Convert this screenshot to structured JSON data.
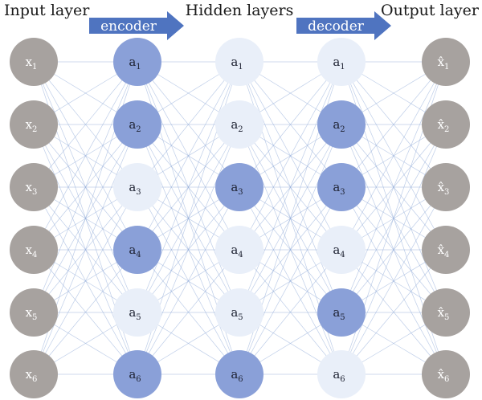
{
  "titles": {
    "input": "Input layer",
    "hidden": "Hidden layers",
    "output": "Output layer"
  },
  "arrows": {
    "encoder": "encoder",
    "decoder": "decoder"
  },
  "colors": {
    "gray_node": "#a7a29f",
    "dark_blue_node": "#8aa0d8",
    "light_blue_node": "#e9eff9",
    "edge": "#8aa6d6",
    "arrow": "#4f74c0",
    "gray_text": "#ffffff",
    "blue_text": "#1f2333"
  },
  "layers": [
    {
      "id": "input",
      "nodes": [
        {
          "base": "x",
          "sub": "1",
          "style": "gray"
        },
        {
          "base": "x",
          "sub": "2",
          "style": "gray"
        },
        {
          "base": "x",
          "sub": "3",
          "style": "gray"
        },
        {
          "base": "x",
          "sub": "4",
          "style": "gray"
        },
        {
          "base": "x",
          "sub": "5",
          "style": "gray"
        },
        {
          "base": "x",
          "sub": "6",
          "style": "gray"
        }
      ]
    },
    {
      "id": "hidden-1",
      "nodes": [
        {
          "base": "a",
          "sub": "1",
          "style": "dark"
        },
        {
          "base": "a",
          "sub": "2",
          "style": "dark"
        },
        {
          "base": "a",
          "sub": "3",
          "style": "light"
        },
        {
          "base": "a",
          "sub": "4",
          "style": "dark"
        },
        {
          "base": "a",
          "sub": "5",
          "style": "light"
        },
        {
          "base": "a",
          "sub": "6",
          "style": "dark"
        }
      ]
    },
    {
      "id": "hidden-2",
      "nodes": [
        {
          "base": "a",
          "sub": "1",
          "style": "light"
        },
        {
          "base": "a",
          "sub": "2",
          "style": "light"
        },
        {
          "base": "a",
          "sub": "3",
          "style": "dark"
        },
        {
          "base": "a",
          "sub": "4",
          "style": "light"
        },
        {
          "base": "a",
          "sub": "5",
          "style": "light"
        },
        {
          "base": "a",
          "sub": "6",
          "style": "dark"
        }
      ]
    },
    {
      "id": "hidden-3",
      "nodes": [
        {
          "base": "a",
          "sub": "1",
          "style": "light"
        },
        {
          "base": "a",
          "sub": "2",
          "style": "dark"
        },
        {
          "base": "a",
          "sub": "3",
          "style": "dark"
        },
        {
          "base": "a",
          "sub": "4",
          "style": "light"
        },
        {
          "base": "a",
          "sub": "5",
          "style": "dark"
        },
        {
          "base": "a",
          "sub": "6",
          "style": "light"
        }
      ]
    },
    {
      "id": "output",
      "nodes": [
        {
          "base": "x̂",
          "sub": "1",
          "style": "gray"
        },
        {
          "base": "x̂",
          "sub": "2",
          "style": "gray"
        },
        {
          "base": "x̂",
          "sub": "3",
          "style": "gray"
        },
        {
          "base": "x̂",
          "sub": "4",
          "style": "gray"
        },
        {
          "base": "x̂",
          "sub": "5",
          "style": "gray"
        },
        {
          "base": "x̂",
          "sub": "6",
          "style": "gray"
        }
      ]
    }
  ]
}
